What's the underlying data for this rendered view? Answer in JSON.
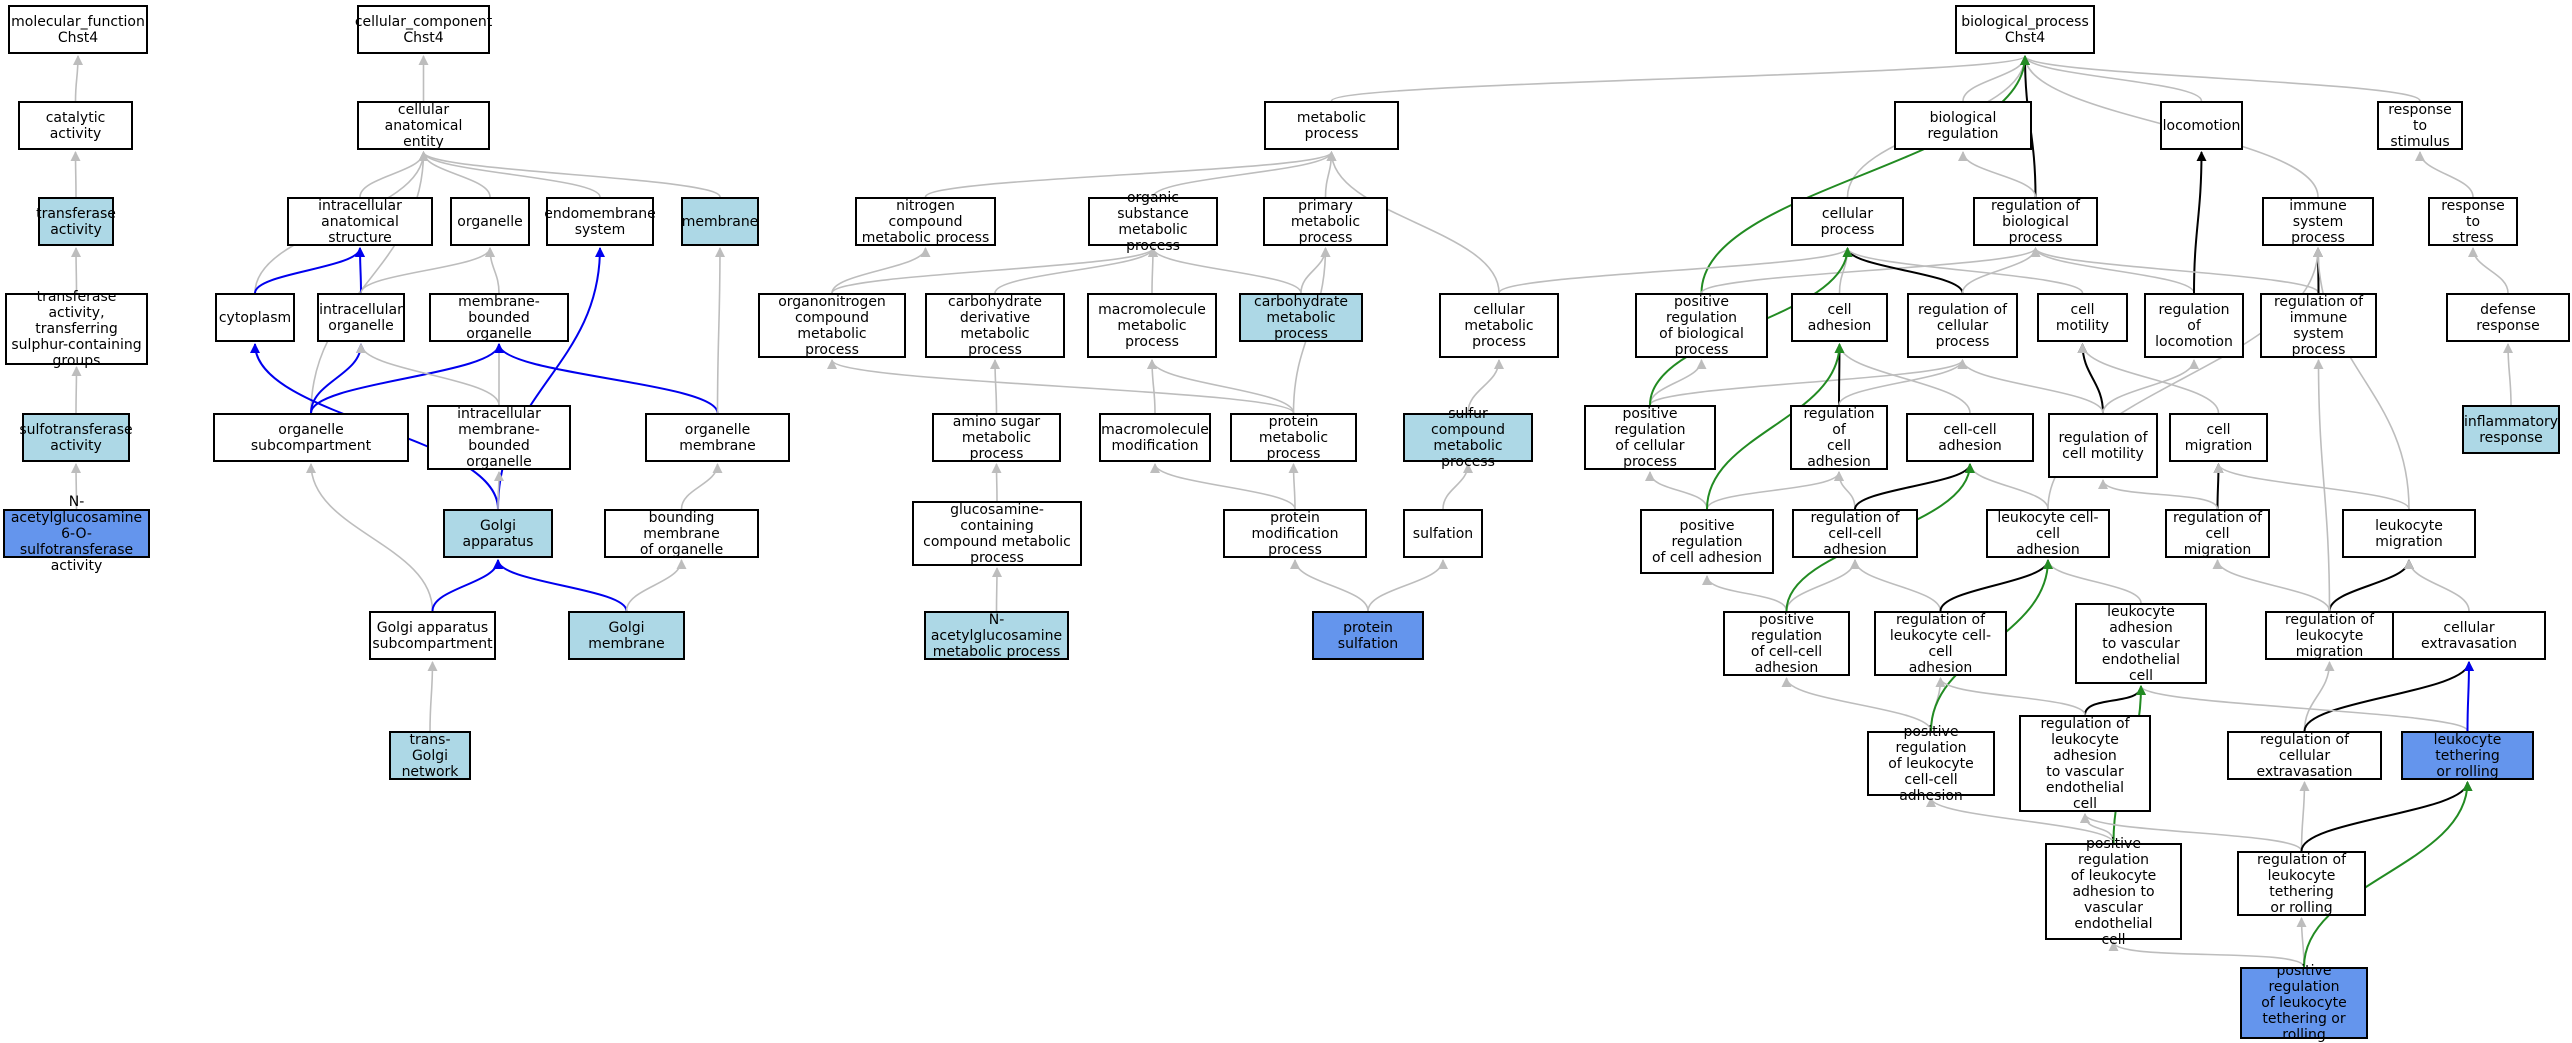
{
  "colors": {
    "plain": "#ffffff",
    "annotated": "#add8e6",
    "queried": "#6495ed",
    "edge_is_a": "#bdbdbd",
    "edge_regulates": "#000000",
    "edge_part_of": "#0000ee",
    "edge_positively_regulates": "#228b22"
  },
  "nodes": [
    {
      "id": "mf",
      "label": "molecular_function\nChst4",
      "fill": "plain"
    },
    {
      "id": "cc",
      "label": "cellular_component\nChst4",
      "fill": "plain"
    },
    {
      "id": "bp",
      "label": "biological_process\nChst4",
      "fill": "plain"
    },
    {
      "id": "catalytic",
      "label": "catalytic activity",
      "fill": "plain"
    },
    {
      "id": "transferase",
      "label": "transferase\nactivity",
      "fill": "annotated"
    },
    {
      "id": "transf_sulphur",
      "label": "transferase\nactivity, transferring\nsulphur-containing\ngroups",
      "fill": "plain"
    },
    {
      "id": "sulfotransferase",
      "label": "sulfotransferase\nactivity",
      "fill": "annotated"
    },
    {
      "id": "nacgal6",
      "label": "N-acetylglucosamine\n6-O-sulfotransferase\nactivity",
      "fill": "queried"
    },
    {
      "id": "cae",
      "label": "cellular anatomical\nentity",
      "fill": "plain"
    },
    {
      "id": "ias",
      "label": "intracellular\nanatomical structure",
      "fill": "plain"
    },
    {
      "id": "organelle",
      "label": "organelle",
      "fill": "plain"
    },
    {
      "id": "endomem",
      "label": "endomembrane\nsystem",
      "fill": "plain"
    },
    {
      "id": "membrane",
      "label": "membrane",
      "fill": "annotated"
    },
    {
      "id": "cytoplasm",
      "label": "cytoplasm",
      "fill": "plain"
    },
    {
      "id": "icorg",
      "label": "intracellular\norganelle",
      "fill": "plain"
    },
    {
      "id": "mbo",
      "label": "membrane-bounded\norganelle",
      "fill": "plain"
    },
    {
      "id": "orgsub",
      "label": "organelle subcompartment",
      "fill": "plain"
    },
    {
      "id": "imbo",
      "label": "intracellular\nmembrane-bounded\norganelle",
      "fill": "plain"
    },
    {
      "id": "orgmem",
      "label": "organelle membrane",
      "fill": "plain"
    },
    {
      "id": "golgi",
      "label": "Golgi apparatus",
      "fill": "annotated"
    },
    {
      "id": "boundmem",
      "label": "bounding membrane\nof organelle",
      "fill": "plain"
    },
    {
      "id": "gasub",
      "label": "Golgi apparatus\nsubcompartment",
      "fill": "plain"
    },
    {
      "id": "golgimem",
      "label": "Golgi membrane",
      "fill": "annotated"
    },
    {
      "id": "tgn",
      "label": "trans-Golgi\nnetwork",
      "fill": "annotated"
    },
    {
      "id": "metab",
      "label": "metabolic process",
      "fill": "plain"
    },
    {
      "id": "ncmp",
      "label": "nitrogen compound\nmetabolic process",
      "fill": "plain"
    },
    {
      "id": "ossmp",
      "label": "organic substance\nmetabolic process",
      "fill": "plain"
    },
    {
      "id": "primmet",
      "label": "primary metabolic\nprocess",
      "fill": "plain"
    },
    {
      "id": "onmp",
      "label": "organonitrogen\ncompound metabolic\nprocess",
      "fill": "plain"
    },
    {
      "id": "cdmp",
      "label": "carbohydrate\nderivative metabolic\nprocess",
      "fill": "plain"
    },
    {
      "id": "mmp",
      "label": "macromolecule\nmetabolic process",
      "fill": "plain"
    },
    {
      "id": "carbmp",
      "label": "carbohydrate\nmetabolic process",
      "fill": "annotated"
    },
    {
      "id": "cellmet",
      "label": "cellular metabolic\nprocess",
      "fill": "plain"
    },
    {
      "id": "asmp",
      "label": "amino sugar\nmetabolic process",
      "fill": "plain"
    },
    {
      "id": "mmmod",
      "label": "macromolecule\nmodification",
      "fill": "plain"
    },
    {
      "id": "protmet",
      "label": "protein metabolic\nprocess",
      "fill": "plain"
    },
    {
      "id": "scmp",
      "label": "sulfur compound\nmetabolic process",
      "fill": "annotated"
    },
    {
      "id": "gccmp",
      "label": "glucosamine-containing\ncompound metabolic\nprocess",
      "fill": "plain"
    },
    {
      "id": "protmod",
      "label": "protein modification\nprocess",
      "fill": "plain"
    },
    {
      "id": "sulfation",
      "label": "sulfation",
      "fill": "plain"
    },
    {
      "id": "nagmp",
      "label": "N-acetylglucosamine\nmetabolic process",
      "fill": "annotated"
    },
    {
      "id": "protsulf",
      "label": "protein sulfation",
      "fill": "queried"
    },
    {
      "id": "bioreg",
      "label": "biological regulation",
      "fill": "plain"
    },
    {
      "id": "locomotion",
      "label": "locomotion",
      "fill": "plain"
    },
    {
      "id": "rts",
      "label": "response to\nstimulus",
      "fill": "plain"
    },
    {
      "id": "cellproc",
      "label": "cellular process",
      "fill": "plain"
    },
    {
      "id": "regbp",
      "label": "regulation of\nbiological process",
      "fill": "plain"
    },
    {
      "id": "isp",
      "label": "immune system\nprocess",
      "fill": "plain"
    },
    {
      "id": "rtstress",
      "label": "response to\nstress",
      "fill": "plain"
    },
    {
      "id": "posregbp",
      "label": "positive regulation\nof biological\nprocess",
      "fill": "plain"
    },
    {
      "id": "celladh",
      "label": "cell adhesion",
      "fill": "plain"
    },
    {
      "id": "regcp",
      "label": "regulation of\ncellular process",
      "fill": "plain"
    },
    {
      "id": "cellmot",
      "label": "cell motility",
      "fill": "plain"
    },
    {
      "id": "regloco",
      "label": "regulation of\nlocomotion",
      "fill": "plain"
    },
    {
      "id": "regisp",
      "label": "regulation of\nimmune system\nprocess",
      "fill": "plain"
    },
    {
      "id": "defresp",
      "label": "defense response",
      "fill": "plain"
    },
    {
      "id": "posregcp",
      "label": "positive regulation\nof cellular\nprocess",
      "fill": "plain"
    },
    {
      "id": "regca",
      "label": "regulation of\ncell adhesion",
      "fill": "plain"
    },
    {
      "id": "ccadh",
      "label": "cell-cell adhesion",
      "fill": "plain"
    },
    {
      "id": "regcm",
      "label": "regulation of\ncell motility",
      "fill": "plain"
    },
    {
      "id": "cellmig",
      "label": "cell migration",
      "fill": "plain"
    },
    {
      "id": "inflam",
      "label": "inflammatory\nresponse",
      "fill": "annotated"
    },
    {
      "id": "posregca",
      "label": "positive regulation\nof cell adhesion",
      "fill": "plain"
    },
    {
      "id": "regcca",
      "label": "regulation of\ncell-cell adhesion",
      "fill": "plain"
    },
    {
      "id": "lccadh",
      "label": "leukocyte cell-cell\nadhesion",
      "fill": "plain"
    },
    {
      "id": "regcmig",
      "label": "regulation of\ncell migration",
      "fill": "plain"
    },
    {
      "id": "leukmig",
      "label": "leukocyte migration",
      "fill": "plain"
    },
    {
      "id": "posregcca",
      "label": "positive regulation\nof cell-cell\nadhesion",
      "fill": "plain"
    },
    {
      "id": "reglcca",
      "label": "regulation of\nleukocyte cell-cell\nadhesion",
      "fill": "plain"
    },
    {
      "id": "latvec",
      "label": "leukocyte adhesion\nto vascular\nendothelial\ncell",
      "fill": "plain"
    },
    {
      "id": "reglm",
      "label": "regulation of\nleukocyte migration",
      "fill": "plain"
    },
    {
      "id": "cellextra",
      "label": "cellular extravasation",
      "fill": "plain"
    },
    {
      "id": "posreglcca",
      "label": "positive regulation\nof leukocyte\ncell-cell adhesion",
      "fill": "plain"
    },
    {
      "id": "reglatvec",
      "label": "regulation of\nleukocyte adhesion\nto vascular\nendothelial\ncell",
      "fill": "plain"
    },
    {
      "id": "regce",
      "label": "regulation of\ncellular extravasation",
      "fill": "plain"
    },
    {
      "id": "ltr",
      "label": "leukocyte tethering\nor rolling",
      "fill": "queried"
    },
    {
      "id": "posreglatvec",
      "label": "positive regulation\nof leukocyte\nadhesion to\nvascular endothelial\ncell",
      "fill": "plain"
    },
    {
      "id": "regltr",
      "label": "regulation of\nleukocyte tethering\nor rolling",
      "fill": "plain"
    },
    {
      "id": "posregltr",
      "label": "positive regulation\nof leukocyte\ntethering or\nrolling",
      "fill": "queried"
    }
  ],
  "edges": [
    {
      "from": "catalytic",
      "to": "mf",
      "kind": "is_a"
    },
    {
      "from": "transferase",
      "to": "catalytic",
      "kind": "is_a"
    },
    {
      "from": "transf_sulphur",
      "to": "transferase",
      "kind": "is_a"
    },
    {
      "from": "sulfotransferase",
      "to": "transf_sulphur",
      "kind": "is_a"
    },
    {
      "from": "nacgal6",
      "to": "sulfotransferase",
      "kind": "is_a"
    },
    {
      "from": "cae",
      "to": "cc",
      "kind": "is_a"
    },
    {
      "from": "ias",
      "to": "cae",
      "kind": "is_a"
    },
    {
      "from": "organelle",
      "to": "cae",
      "kind": "is_a"
    },
    {
      "from": "endomem",
      "to": "cae",
      "kind": "is_a"
    },
    {
      "from": "membrane",
      "to": "cae",
      "kind": "is_a"
    },
    {
      "from": "cytoplasm",
      "to": "cae",
      "kind": "is_a"
    },
    {
      "from": "orgsub",
      "to": "cae",
      "kind": "is_a"
    },
    {
      "from": "cytoplasm",
      "to": "ias",
      "kind": "part_of"
    },
    {
      "from": "icorg",
      "to": "ias",
      "kind": "part_of"
    },
    {
      "from": "icorg",
      "to": "organelle",
      "kind": "is_a"
    },
    {
      "from": "mbo",
      "to": "organelle",
      "kind": "is_a"
    },
    {
      "from": "orgsub",
      "to": "icorg",
      "kind": "part_of"
    },
    {
      "from": "orgsub",
      "to": "mbo",
      "kind": "part_of"
    },
    {
      "from": "imbo",
      "to": "icorg",
      "kind": "is_a"
    },
    {
      "from": "imbo",
      "to": "mbo",
      "kind": "is_a"
    },
    {
      "from": "orgmem",
      "to": "mbo",
      "kind": "part_of"
    },
    {
      "from": "orgmem",
      "to": "membrane",
      "kind": "is_a"
    },
    {
      "from": "golgi",
      "to": "cytoplasm",
      "kind": "part_of"
    },
    {
      "from": "golgi",
      "to": "endomem",
      "kind": "part_of"
    },
    {
      "from": "golgi",
      "to": "imbo",
      "kind": "is_a"
    },
    {
      "from": "boundmem",
      "to": "orgmem",
      "kind": "is_a"
    },
    {
      "from": "gasub",
      "to": "orgsub",
      "kind": "is_a"
    },
    {
      "from": "gasub",
      "to": "golgi",
      "kind": "part_of"
    },
    {
      "from": "golgimem",
      "to": "golgi",
      "kind": "part_of"
    },
    {
      "from": "golgimem",
      "to": "boundmem",
      "kind": "is_a"
    },
    {
      "from": "tgn",
      "to": "gasub",
      "kind": "is_a"
    },
    {
      "from": "metab",
      "to": "bp",
      "kind": "is_a"
    },
    {
      "from": "ncmp",
      "to": "metab",
      "kind": "is_a"
    },
    {
      "from": "ossmp",
      "to": "metab",
      "kind": "is_a"
    },
    {
      "from": "primmet",
      "to": "metab",
      "kind": "is_a"
    },
    {
      "from": "cellmet",
      "to": "metab",
      "kind": "is_a"
    },
    {
      "from": "onmp",
      "to": "ncmp",
      "kind": "is_a"
    },
    {
      "from": "onmp",
      "to": "ossmp",
      "kind": "is_a"
    },
    {
      "from": "cdmp",
      "to": "ossmp",
      "kind": "is_a"
    },
    {
      "from": "mmp",
      "to": "ossmp",
      "kind": "is_a"
    },
    {
      "from": "carbmp",
      "to": "ossmp",
      "kind": "is_a"
    },
    {
      "from": "carbmp",
      "to": "primmet",
      "kind": "is_a"
    },
    {
      "from": "asmp",
      "to": "cdmp",
      "kind": "is_a"
    },
    {
      "from": "mmmod",
      "to": "mmp",
      "kind": "is_a"
    },
    {
      "from": "protmet",
      "to": "onmp",
      "kind": "is_a"
    },
    {
      "from": "protmet",
      "to": "mmp",
      "kind": "is_a"
    },
    {
      "from": "protmet",
      "to": "primmet",
      "kind": "is_a"
    },
    {
      "from": "scmp",
      "to": "cellmet",
      "kind": "is_a"
    },
    {
      "from": "gccmp",
      "to": "asmp",
      "kind": "is_a"
    },
    {
      "from": "protmod",
      "to": "mmmod",
      "kind": "is_a"
    },
    {
      "from": "protmod",
      "to": "protmet",
      "kind": "is_a"
    },
    {
      "from": "sulfation",
      "to": "scmp",
      "kind": "is_a"
    },
    {
      "from": "nagmp",
      "to": "gccmp",
      "kind": "is_a"
    },
    {
      "from": "protsulf",
      "to": "protmod",
      "kind": "is_a"
    },
    {
      "from": "protsulf",
      "to": "sulfation",
      "kind": "is_a"
    },
    {
      "from": "bioreg",
      "to": "bp",
      "kind": "is_a"
    },
    {
      "from": "locomotion",
      "to": "bp",
      "kind": "is_a"
    },
    {
      "from": "rts",
      "to": "bp",
      "kind": "is_a"
    },
    {
      "from": "cellproc",
      "to": "bp",
      "kind": "is_a"
    },
    {
      "from": "regbp",
      "to": "bp",
      "kind": "regulates"
    },
    {
      "from": "isp",
      "to": "bp",
      "kind": "is_a"
    },
    {
      "from": "posregbp",
      "to": "bp",
      "kind": "positively_regulates"
    },
    {
      "from": "regbp",
      "to": "bioreg",
      "kind": "is_a"
    },
    {
      "from": "rtstress",
      "to": "rts",
      "kind": "is_a"
    },
    {
      "from": "posregbp",
      "to": "regbp",
      "kind": "is_a"
    },
    {
      "from": "celladh",
      "to": "cellproc",
      "kind": "is_a"
    },
    {
      "from": "regcp",
      "to": "cellproc",
      "kind": "regulates"
    },
    {
      "from": "regcp",
      "to": "regbp",
      "kind": "is_a"
    },
    {
      "from": "cellmot",
      "to": "cellproc",
      "kind": "is_a"
    },
    {
      "from": "cellmet",
      "to": "cellproc",
      "kind": "is_a"
    },
    {
      "from": "regloco",
      "to": "regbp",
      "kind": "is_a"
    },
    {
      "from": "regloco",
      "to": "locomotion",
      "kind": "regulates"
    },
    {
      "from": "regisp",
      "to": "regbp",
      "kind": "is_a"
    },
    {
      "from": "regisp",
      "to": "isp",
      "kind": "regulates"
    },
    {
      "from": "defresp",
      "to": "rtstress",
      "kind": "is_a"
    },
    {
      "from": "posregcp",
      "to": "posregbp",
      "kind": "is_a"
    },
    {
      "from": "posregcp",
      "to": "regcp",
      "kind": "is_a"
    },
    {
      "from": "posregcp",
      "to": "cellproc",
      "kind": "positively_regulates"
    },
    {
      "from": "regca",
      "to": "celladh",
      "kind": "regulates"
    },
    {
      "from": "regca",
      "to": "regcp",
      "kind": "is_a"
    },
    {
      "from": "ccadh",
      "to": "celladh",
      "kind": "is_a"
    },
    {
      "from": "regcm",
      "to": "cellmot",
      "kind": "regulates"
    },
    {
      "from": "regcm",
      "to": "regcp",
      "kind": "is_a"
    },
    {
      "from": "regcm",
      "to": "regloco",
      "kind": "is_a"
    },
    {
      "from": "cellmig",
      "to": "cellmot",
      "kind": "is_a"
    },
    {
      "from": "inflam",
      "to": "defresp",
      "kind": "is_a"
    },
    {
      "from": "posregca",
      "to": "regca",
      "kind": "is_a"
    },
    {
      "from": "posregca",
      "to": "posregcp",
      "kind": "is_a"
    },
    {
      "from": "posregca",
      "to": "celladh",
      "kind": "positively_regulates"
    },
    {
      "from": "regcca",
      "to": "regca",
      "kind": "is_a"
    },
    {
      "from": "regcca",
      "to": "ccadh",
      "kind": "regulates"
    },
    {
      "from": "lccadh",
      "to": "ccadh",
      "kind": "is_a"
    },
    {
      "from": "lccadh",
      "to": "isp",
      "kind": "is_a"
    },
    {
      "from": "regcmig",
      "to": "cellmig",
      "kind": "regulates"
    },
    {
      "from": "regcmig",
      "to": "regcm",
      "kind": "is_a"
    },
    {
      "from": "leukmig",
      "to": "cellmig",
      "kind": "is_a"
    },
    {
      "from": "leukmig",
      "to": "isp",
      "kind": "is_a"
    },
    {
      "from": "posregcca",
      "to": "regcca",
      "kind": "is_a"
    },
    {
      "from": "posregcca",
      "to": "posregca",
      "kind": "is_a"
    },
    {
      "from": "posregcca",
      "to": "ccadh",
      "kind": "positively_regulates"
    },
    {
      "from": "reglcca",
      "to": "regcca",
      "kind": "is_a"
    },
    {
      "from": "reglcca",
      "to": "lccadh",
      "kind": "regulates"
    },
    {
      "from": "latvec",
      "to": "lccadh",
      "kind": "is_a"
    },
    {
      "from": "reglm",
      "to": "regcmig",
      "kind": "is_a"
    },
    {
      "from": "reglm",
      "to": "leukmig",
      "kind": "regulates"
    },
    {
      "from": "reglm",
      "to": "regisp",
      "kind": "is_a"
    },
    {
      "from": "cellextra",
      "to": "leukmig",
      "kind": "is_a"
    },
    {
      "from": "posreglcca",
      "to": "reglcca",
      "kind": "is_a"
    },
    {
      "from": "posreglcca",
      "to": "posregcca",
      "kind": "is_a"
    },
    {
      "from": "posreglcca",
      "to": "lccadh",
      "kind": "positively_regulates"
    },
    {
      "from": "reglatvec",
      "to": "latvec",
      "kind": "regulates"
    },
    {
      "from": "reglatvec",
      "to": "reglcca",
      "kind": "is_a"
    },
    {
      "from": "regce",
      "to": "reglm",
      "kind": "is_a"
    },
    {
      "from": "regce",
      "to": "cellextra",
      "kind": "regulates"
    },
    {
      "from": "ltr",
      "to": "latvec",
      "kind": "is_a"
    },
    {
      "from": "ltr",
      "to": "cellextra",
      "kind": "part_of"
    },
    {
      "from": "posreglatvec",
      "to": "reglatvec",
      "kind": "is_a"
    },
    {
      "from": "posreglatvec",
      "to": "posreglcca",
      "kind": "is_a"
    },
    {
      "from": "posreglatvec",
      "to": "latvec",
      "kind": "positively_regulates"
    },
    {
      "from": "regltr",
      "to": "regce",
      "kind": "is_a"
    },
    {
      "from": "regltr",
      "to": "reglatvec",
      "kind": "is_a"
    },
    {
      "from": "regltr",
      "to": "ltr",
      "kind": "regulates"
    },
    {
      "from": "posregltr",
      "to": "regltr",
      "kind": "is_a"
    },
    {
      "from": "posregltr",
      "to": "posreglatvec",
      "kind": "is_a"
    },
    {
      "from": "posregltr",
      "to": "ltr",
      "kind": "positively_regulates"
    }
  ]
}
